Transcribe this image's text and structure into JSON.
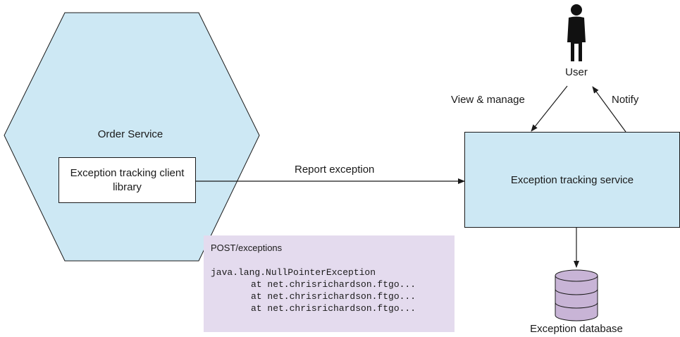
{
  "order_service": {
    "title": "Order Service",
    "library_label": "Exception tracking client library"
  },
  "tracking_service": {
    "label": "Exception tracking service"
  },
  "user": {
    "label": "User"
  },
  "edges": {
    "report": "Report exception",
    "view_manage": "View & manage",
    "notify": "Notify"
  },
  "database": {
    "label": "Exception database"
  },
  "request": {
    "title": "POST/exceptions",
    "lines": [
      "java.lang.NullPointerException",
      "at net.chrisrichardson.ftgo...",
      "at net.chrisrichardson.ftgo...",
      "at net.chrisrichardson.ftgo..."
    ]
  },
  "colors": {
    "hexagon_fill": "#cde8f4",
    "service_fill": "#cde8f4",
    "code_fill": "#e4dbee",
    "db_fill": "#c8b4d6",
    "line": "#1a1a1a"
  }
}
